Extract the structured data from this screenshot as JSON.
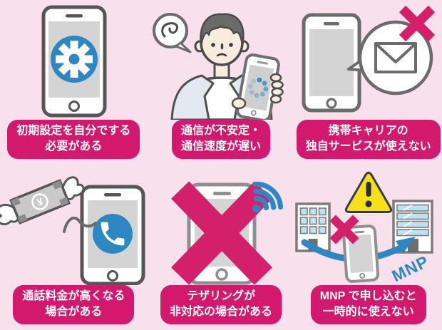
{
  "colors": {
    "background": "#f8e0ec",
    "label_bg": "#d2196e",
    "label_text": "#ffffff",
    "cross": "#d4206b",
    "blue": "#2d87c3",
    "warning_yellow": "#f6e01c"
  },
  "panels": [
    {
      "id": "initial-setup",
      "icon": "smartphone-gear-icon",
      "label_line1": "初期設定を自分でする",
      "label_line2": "必要がある"
    },
    {
      "id": "unstable-connection",
      "icon": "person-loading-phone-icon",
      "label_line1": "通信が不安定・",
      "label_line2": "通信速度が遅い"
    },
    {
      "id": "no-carrier-services",
      "icon": "smartphone-mail-crossed-icon",
      "label_line1": "携帯キャリアの",
      "label_line2": "独自サービスが使えない"
    },
    {
      "id": "call-charges",
      "icon": "smartphone-money-flying-icon",
      "label_line1": "通話料金が高くなる",
      "label_line2": "場合がある",
      "yen_symbol": "¥"
    },
    {
      "id": "no-tethering",
      "icon": "smartphone-crossed-wifi-icon",
      "label_line1": "テザリングが",
      "label_line2": "非対応の場合がある"
    },
    {
      "id": "mnp-downtime",
      "icon": "mnp-transfer-blocked-icon",
      "label_line1": "MNP で申し込むと",
      "label_line2": "一時的に使えない",
      "mnp_text": "MNP"
    }
  ]
}
